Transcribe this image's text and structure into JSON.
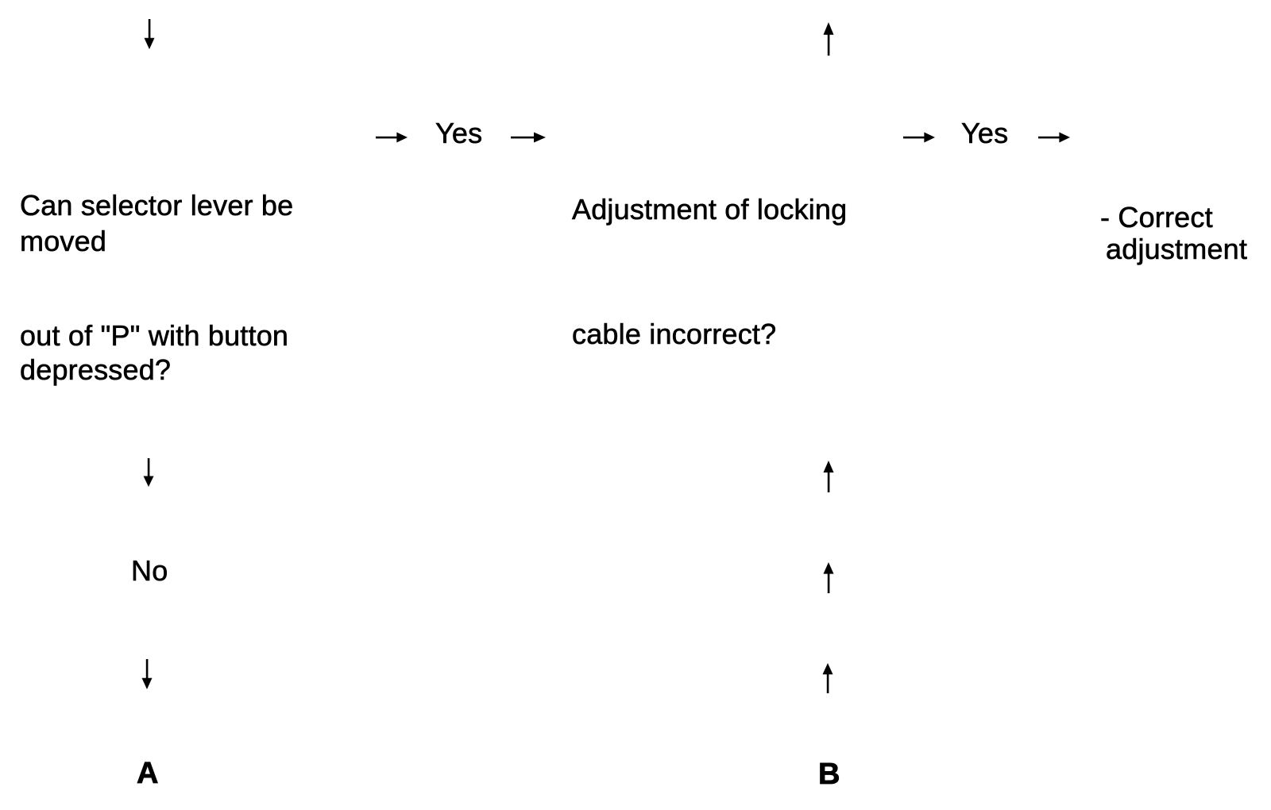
{
  "page": {
    "background_color": "#ffffff",
    "ink_color": "#000000"
  },
  "flowchart": {
    "left_branch": {
      "question_lines": [
        "Can selector lever be",
        "moved",
        "out of \"P\" with button",
        "depressed?"
      ],
      "no_label": "No",
      "connector_label": "A"
    },
    "center_branch": {
      "yes_label": "Yes",
      "question_lines": [
        "Adjustment of locking",
        "cable incorrect?"
      ]
    },
    "right_branch": {
      "yes_label": "Yes",
      "result_lines": [
        "- Correct",
        "adjustment"
      ],
      "connector_label": "B"
    },
    "icons": {
      "down_arrow": "↓",
      "up_arrow": "↑",
      "right_arrow": "→"
    }
  }
}
